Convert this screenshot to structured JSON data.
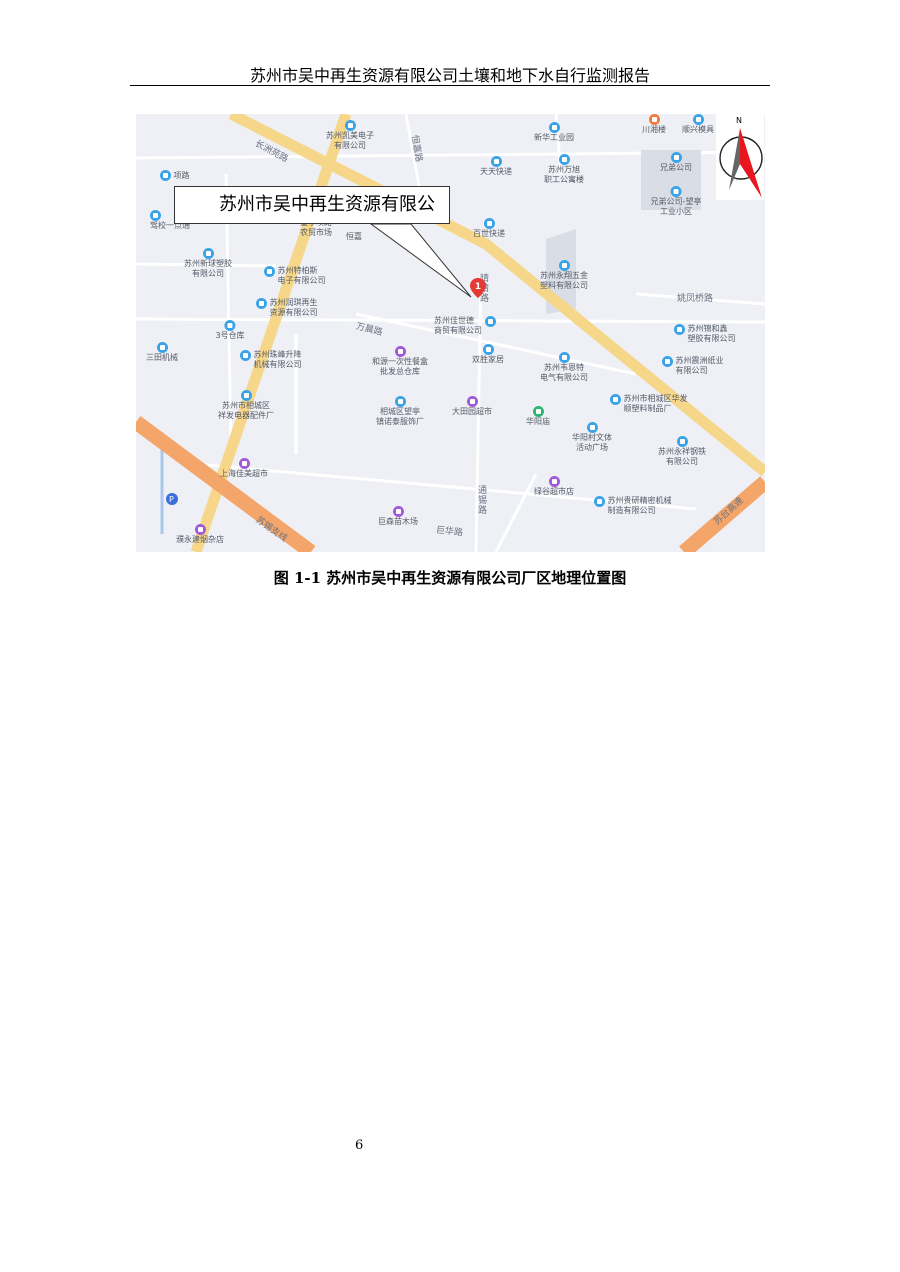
{
  "header": {
    "title": "苏州市吴中再生资源有限公司土壤和地下水自行监测报告"
  },
  "map": {
    "callout_text": "苏州市吴中再生资源有限公",
    "north_label": "N",
    "pin_label": "1",
    "roads": {
      "changzhou": "长洲苑路",
      "hengyuan": "恒嘉路",
      "wancheng": "万晨路",
      "yaofeng": "姚凤桥路",
      "tongxi": "通锡路",
      "juhua": "巨华路",
      "suxi": "苏锡支线",
      "sutai": "苏台高速",
      "wangjian": "晴晴路"
    },
    "pois": {
      "p1": "苏州凯美电子\n有限公司",
      "p2": "新华工业园",
      "p3": "川湘楼",
      "p4": "顺兴模具",
      "p5": "天天快递",
      "p6": "苏州万旭\n职工公寓楼",
      "p7": "兄弟公司",
      "p8": "兄弟公司-望亭\n工业小区",
      "p9": "项路",
      "p10": "驾校一点通",
      "p11": "望亭项路\n农贸市场",
      "p12": "百世快递",
      "p13": "苏州新球塑胶\n有限公司",
      "p14": "苏州特柏斯\n电子有限公司",
      "p15": "苏州永翔五金\n塑料有限公司",
      "p16": "苏州润琪再生\n资源有限公司",
      "p17": "苏州佳世德\n商贸有限公司",
      "p18": "苏州锦和鑫\n塑胶有限公司",
      "p19": "3号仓库",
      "p20": "三田机械",
      "p21": "苏州珠峰升降\n机械有限公司",
      "p22": "和源一次性餐盒\n批发总仓库",
      "p23": "双胜家居",
      "p24": "苏州韦恩特\n电气有限公司",
      "p25": "苏州震洲纸业\n有限公司",
      "p26": "苏州市相城区\n祥发电器配件厂",
      "p27": "相城区望亭\n镇诺泰服饰厂",
      "p28": "大田园超市",
      "p29": "华阳庙",
      "p30": "苏州市相城区华发\n顺塑料制品厂",
      "p31": "华阳村文体\n活动广场",
      "p32": "苏州永祥钢铁\n有限公司",
      "p33": "上海佳美超市",
      "p34": "绿谷超市店",
      "p35": "苏州贵研精密机械\n制造有限公司",
      "p36": "巨森苗木场",
      "p37": "濮永建烟杂店",
      "p38": "恒嘉"
    }
  },
  "caption": "图 1-1  苏州市吴中再生资源有限公司厂区地理位置图",
  "page_number": "6",
  "colors": {
    "arterial": "#f6d78a",
    "highway": "#f4a66a",
    "water": "#a9c8ee",
    "poi_blue": "#3aa3e8",
    "poi_purple": "#a259d9",
    "pin": "#e53935"
  }
}
